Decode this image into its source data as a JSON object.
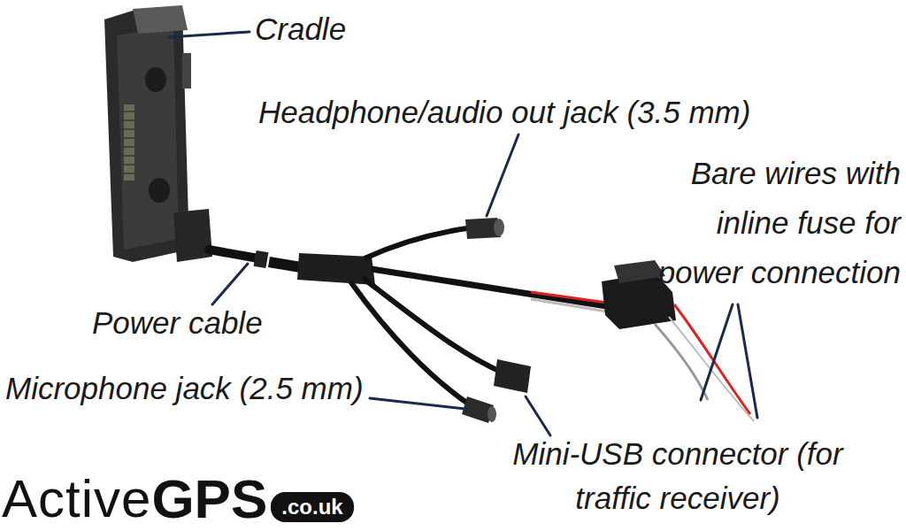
{
  "diagram": {
    "labels": [
      "Cradle",
      "Headphone/audio out jack (3.5 mm)",
      "Bare wires with inline fuse for power connection",
      "Power cable",
      "Microphone jack (2.5 mm)",
      "Mini-USB connector (for traffic receiver)",
      "Active",
      "GPS",
      ".co.uk"
    ]
  }
}
